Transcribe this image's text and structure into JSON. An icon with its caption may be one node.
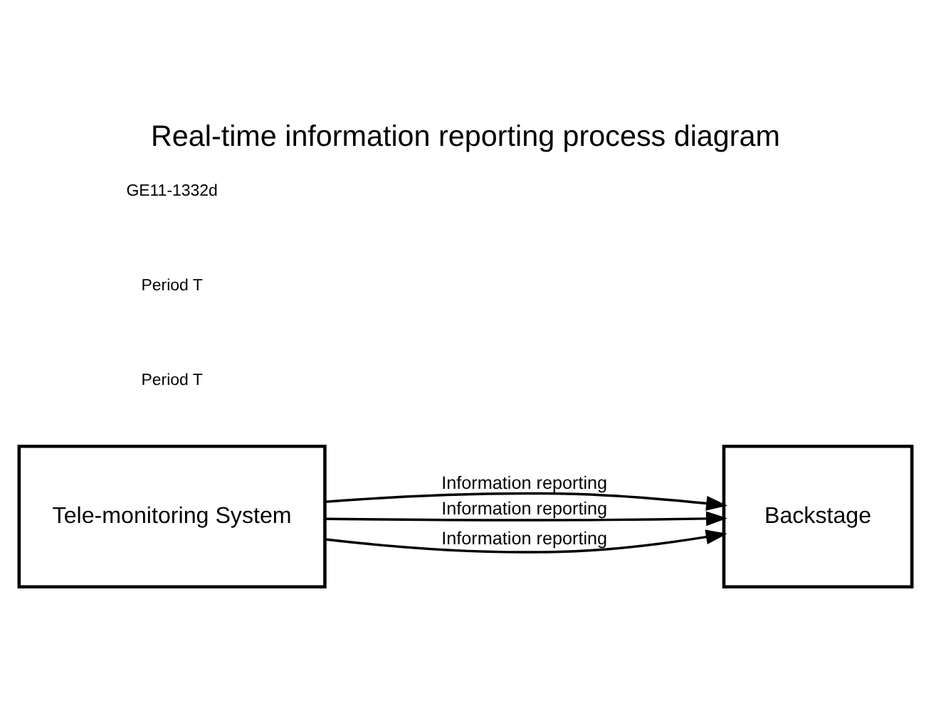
{
  "diagram": {
    "title": "Real-time information reporting process diagram",
    "nodes": [
      {
        "text": [
          "Tele-monitoring System"
        ]
      },
      {
        "text": [
          "Backstage"
        ]
      }
    ],
    "edges": [
      {
        "from": 0,
        "to": 1,
        "arrow": "to",
        "label": "Information reporting"
      },
      {
        "from": 0,
        "to": 1,
        "arrow": "to",
        "label": "Information reporting"
      },
      {
        "from": 0,
        "to": 1,
        "arrow": "to",
        "label": "Information reporting"
      }
    ],
    "labels": [
      "Period T",
      "Period T",
      "GE11-1332d"
    ]
  }
}
